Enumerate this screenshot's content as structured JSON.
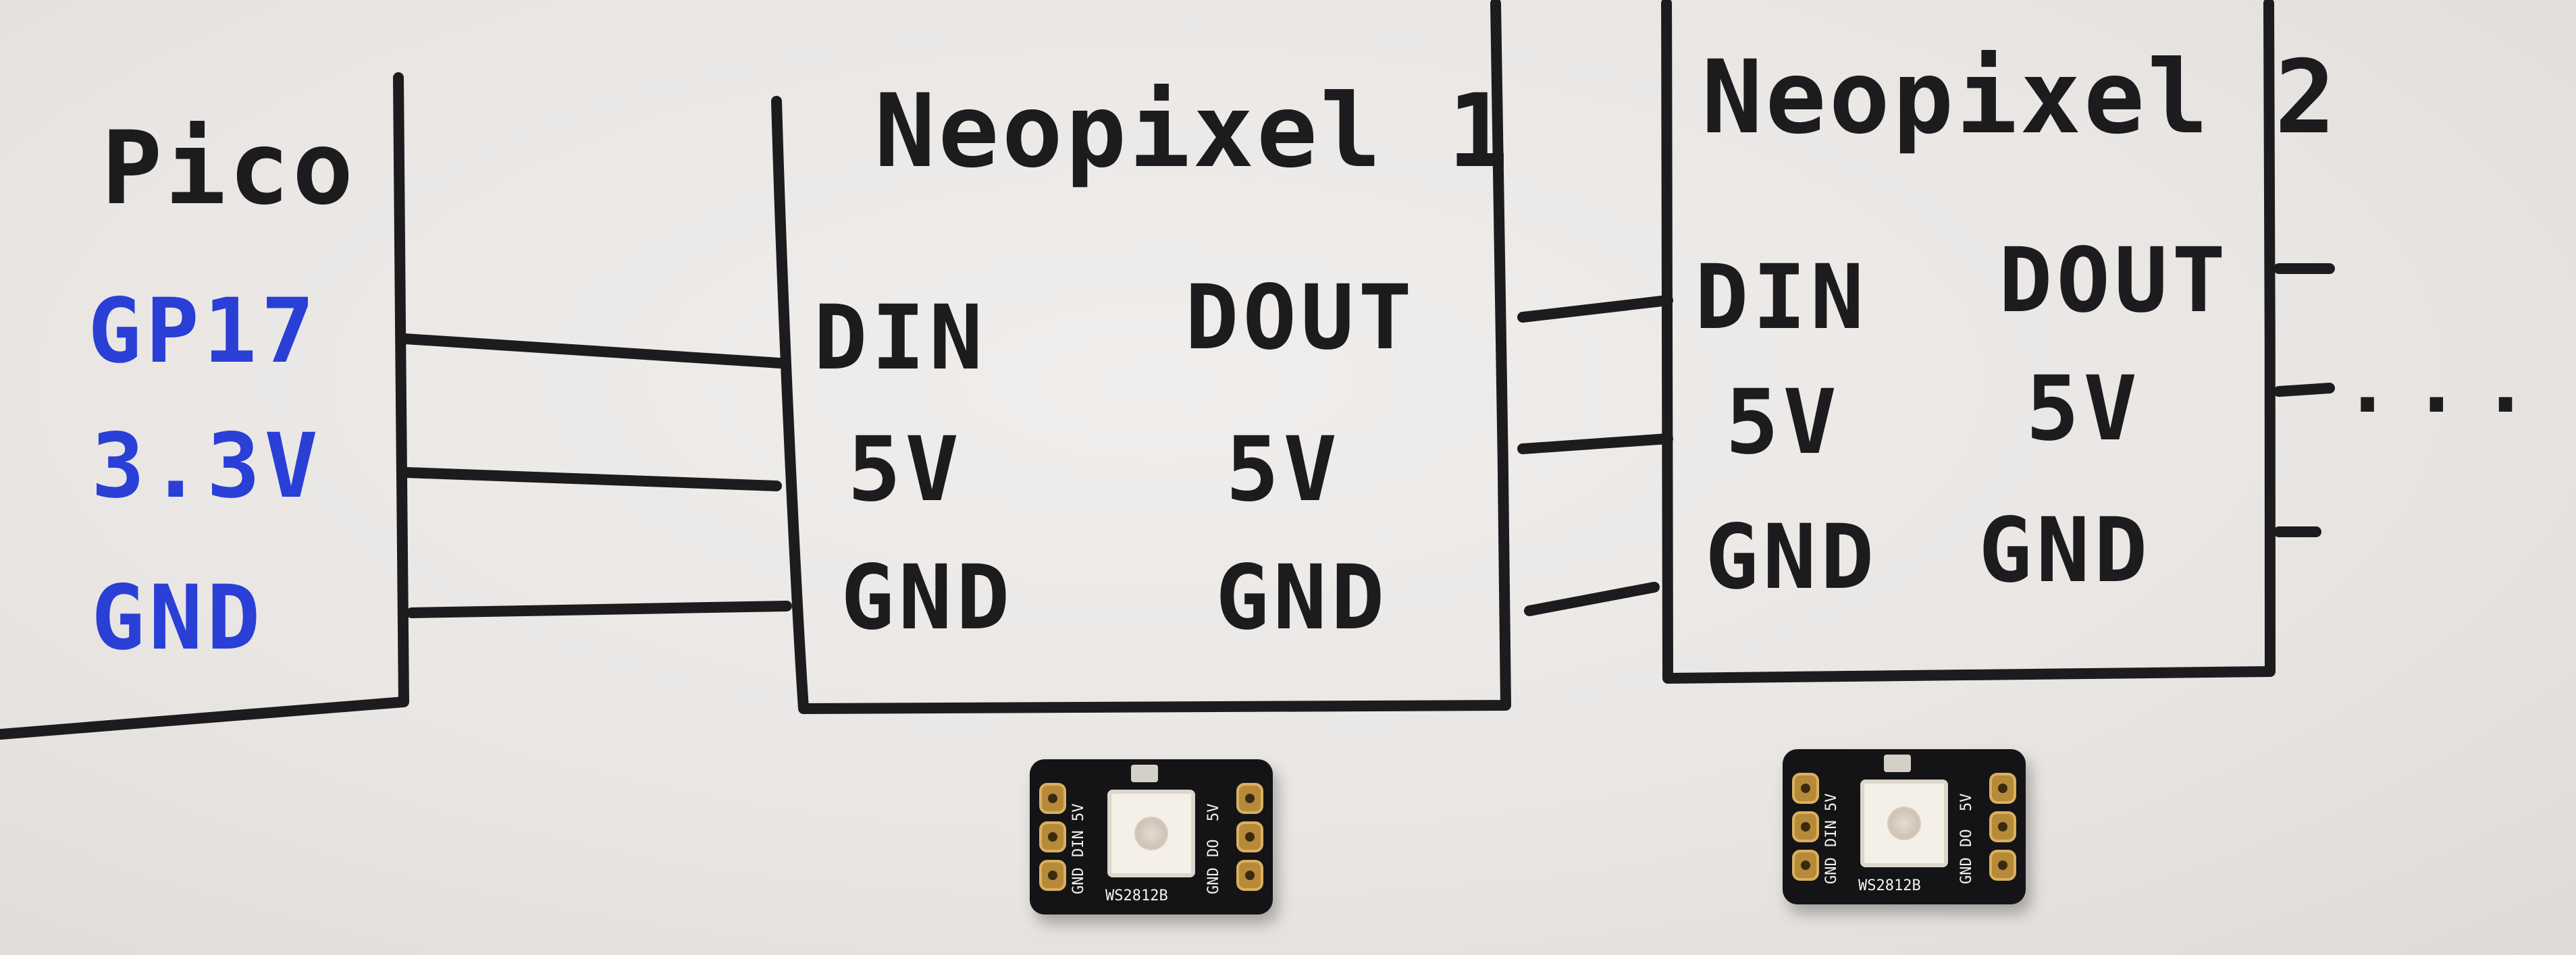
{
  "pico": {
    "title": "Pico",
    "pins": [
      "GP17",
      "3.3V",
      "GND"
    ]
  },
  "neopixel_1": {
    "title": "Neopixel 1",
    "inputs": [
      "DIN",
      "5V",
      "GND"
    ],
    "outputs": [
      "DOUT",
      "5V",
      "GND"
    ]
  },
  "neopixel_2": {
    "title": "Neopixel 2",
    "inputs": [
      "DIN",
      "5V",
      "GND"
    ],
    "outputs": [
      "DOUT",
      "5V",
      "GND"
    ]
  },
  "continuation": "...",
  "boards": [
    {
      "part": "WS2812B",
      "left_labels": [
        "GND",
        "DIN",
        "5V"
      ],
      "right_labels": [
        "GND",
        "DO",
        "5V"
      ]
    },
    {
      "part": "WS2812B",
      "left_labels": [
        "GND",
        "DIN",
        "5V"
      ],
      "right_labels": [
        "GND",
        "DO",
        "5V"
      ]
    }
  ],
  "colors": {
    "ink": "#1c1c1e",
    "pico_pin_ink": "#2a3fd6",
    "paper": "#ebe8e6",
    "board": "#141416"
  }
}
